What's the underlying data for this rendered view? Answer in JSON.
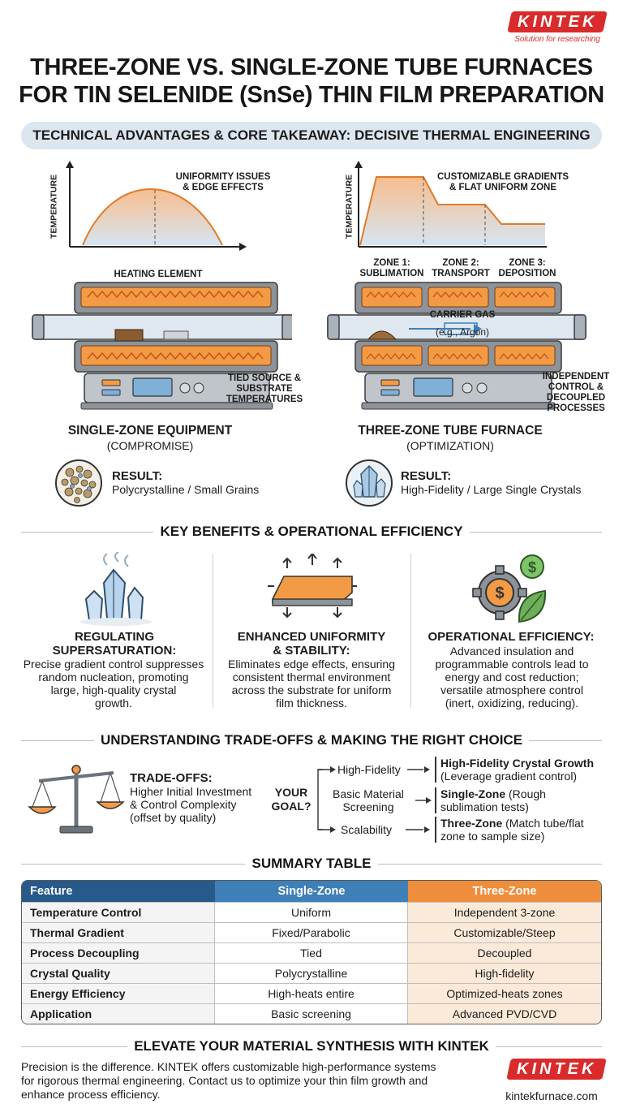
{
  "brand": {
    "name": "KINTEK",
    "tagline": "Solution for researching",
    "url": "kintekfurnace.com",
    "color": "#d92b2b"
  },
  "title": {
    "line1": "THREE-ZONE VS. SINGLE-ZONE TUBE FURNACES",
    "line2": "FOR TIN SELENIDE (SnSe) THIN FILM PREPARATION"
  },
  "banner": "TECHNICAL ADVANTAGES & CORE TAKEAWAY: DECISIVE THERMAL ENGINEERING",
  "single": {
    "axis_label": "TEMPERATURE",
    "profile_note": [
      "UNIFORMITY ISSUES",
      "& EDGE EFFECTS"
    ],
    "heating_label": "HEATING ELEMENT",
    "tied_note": [
      "TIED SOURCE &",
      "SUBSTRATE",
      "TEMPERATURES"
    ],
    "heading": "SINGLE-ZONE EQUIPMENT",
    "subheading": "(COMPROMISE)",
    "result_title": "RESULT:",
    "result_text": "Polycrystalline / Small Grains"
  },
  "three": {
    "axis_label": "TEMPERATURE",
    "profile_note": [
      "CUSTOMIZABLE GRADIENTS",
      "& FLAT UNIFORM ZONE"
    ],
    "zones": [
      {
        "line1": "ZONE 1:",
        "line2": "SUBLIMATION"
      },
      {
        "line1": "ZONE 2:",
        "line2": "TRANSPORT"
      },
      {
        "line1": "ZONE 3:",
        "line2": "DEPOSITION"
      }
    ],
    "carrier_gas": "CARRIER GAS",
    "carrier_example": "(e.g., Argon)",
    "control_note": [
      "INDEPENDENT",
      "CONTROL &",
      "DECOUPLED",
      "PROCESSES"
    ],
    "heading": "THREE-ZONE TUBE FURNACE",
    "subheading": "(OPTIMIZATION)",
    "result_title": "RESULT:",
    "result_text": "High-Fidelity / Large Single Crystals"
  },
  "benefits": {
    "heading": "KEY BENEFITS & OPERATIONAL EFFICIENCY",
    "items": [
      {
        "title": [
          "REGULATING",
          "SUPERSATURATION:"
        ],
        "text": [
          "Precise gradient control suppresses",
          "random nucleation, promoting",
          "large, high-quality crystal",
          "growth."
        ]
      },
      {
        "title": [
          "ENHANCED UNIFORMITY",
          "& STABILITY:"
        ],
        "text": [
          "Eliminates edge effects, ensuring",
          "consistent thermal environment",
          "across the substrate for uniform",
          "film thickness."
        ]
      },
      {
        "title": [
          "OPERATIONAL EFFICIENCY:"
        ],
        "text": [
          "Advanced insulation and",
          "programmable controls lead to",
          "energy and cost reduction;",
          "versatile atmosphere control",
          "(inert, oxidizing, reducing)."
        ]
      }
    ]
  },
  "tradeoffs": {
    "heading": "UNDERSTANDING TRADE-OFFS & MAKING THE RIGHT CHOICE",
    "title": "TRADE-OFFS:",
    "text": [
      "Higher Initial Investment",
      "& Control Complexity",
      "(offset by quality)"
    ],
    "goal_label": [
      "YOUR",
      "GOAL?"
    ],
    "options": [
      {
        "goal": [
          "High-Fidelity"
        ],
        "answer_bold": "High-Fidelity Crystal Growth",
        "answer_rest": "(Leverage gradient control)"
      },
      {
        "goal": [
          "Basic Material",
          "Screening"
        ],
        "answer_bold": "Single-Zone",
        "answer_rest": " (Rough sublimation tests)"
      },
      {
        "goal": [
          "Scalability"
        ],
        "answer_bold": "Three-Zone",
        "answer_rest": " (Match tube/flat zone to sample size)"
      }
    ]
  },
  "summary": {
    "heading": "SUMMARY TABLE",
    "headers": [
      "Feature",
      "Single-Zone",
      "Three-Zone"
    ],
    "rows": [
      [
        "Temperature Control",
        "Uniform",
        "Independent 3-zone"
      ],
      [
        "Thermal Gradient",
        "Fixed/Parabolic",
        "Customizable/Steep"
      ],
      [
        "Process Decoupling",
        "Tied",
        "Decoupled"
      ],
      [
        "Crystal Quality",
        "Polycrystalline",
        "High-fidelity"
      ],
      [
        "Energy Efficiency",
        "High-heats entire",
        "Optimized-heats zones"
      ],
      [
        "Application",
        "Basic screening",
        "Advanced PVD/CVD"
      ]
    ]
  },
  "cta": {
    "heading": "ELEVATE YOUR MATERIAL SYNTHESIS WITH KINTEK",
    "text": [
      "Precision is the difference. KINTEK offers customizable high-performance systems",
      "for rigorous thermal engineering. Contact us to optimize your thin film growth and",
      "enhance process efficiency."
    ]
  },
  "colors": {
    "orange": "#ee8e3c",
    "blue": "#3f7fb8",
    "navy": "#275a8a",
    "light_blue": "#dbe6ef",
    "heater_orange": "#f39a44"
  }
}
